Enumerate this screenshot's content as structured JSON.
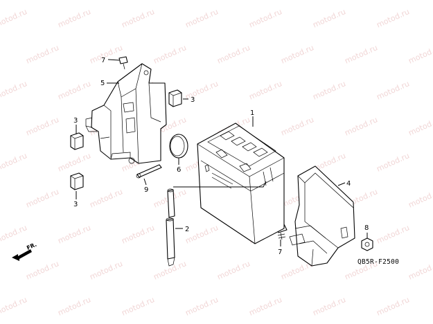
{
  "watermark": {
    "text": "motod.ru"
  },
  "callouts": {
    "p1": "1",
    "p2": "2",
    "p3a": "3",
    "p3b": "3",
    "p3c": "3",
    "p4": "4",
    "p5": "5",
    "p6": "6",
    "p7a": "7",
    "p7b": "7",
    "p8": "8",
    "p9": "9"
  },
  "diagram_code": "QB5R-F2500",
  "direction_label": "FR."
}
